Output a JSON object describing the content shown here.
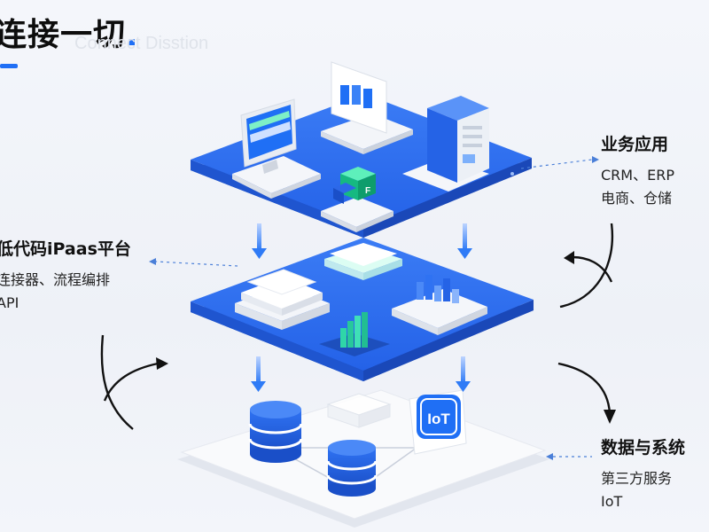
{
  "header": {
    "title": "连接一切",
    "subtitle": "Connect Disstion"
  },
  "labels": {
    "business": {
      "title": "业务应用",
      "lines": [
        "CRM、ERP",
        "电商、仓储"
      ]
    },
    "platform": {
      "title": "低代码iPaas平台",
      "lines": [
        "连接器、流程编排",
        "API"
      ]
    },
    "data": {
      "title": "数据与系统",
      "lines": [
        "第三方服务",
        "IoT"
      ]
    }
  },
  "icons": {
    "iot_badge": "IoT",
    "cube_glyph": "F"
  },
  "colors": {
    "platform_blue": "#2a6cf0",
    "platform_edge": "#1d4fc4",
    "accent": "#1f6ff5",
    "base_white": "#f7f8fb"
  }
}
